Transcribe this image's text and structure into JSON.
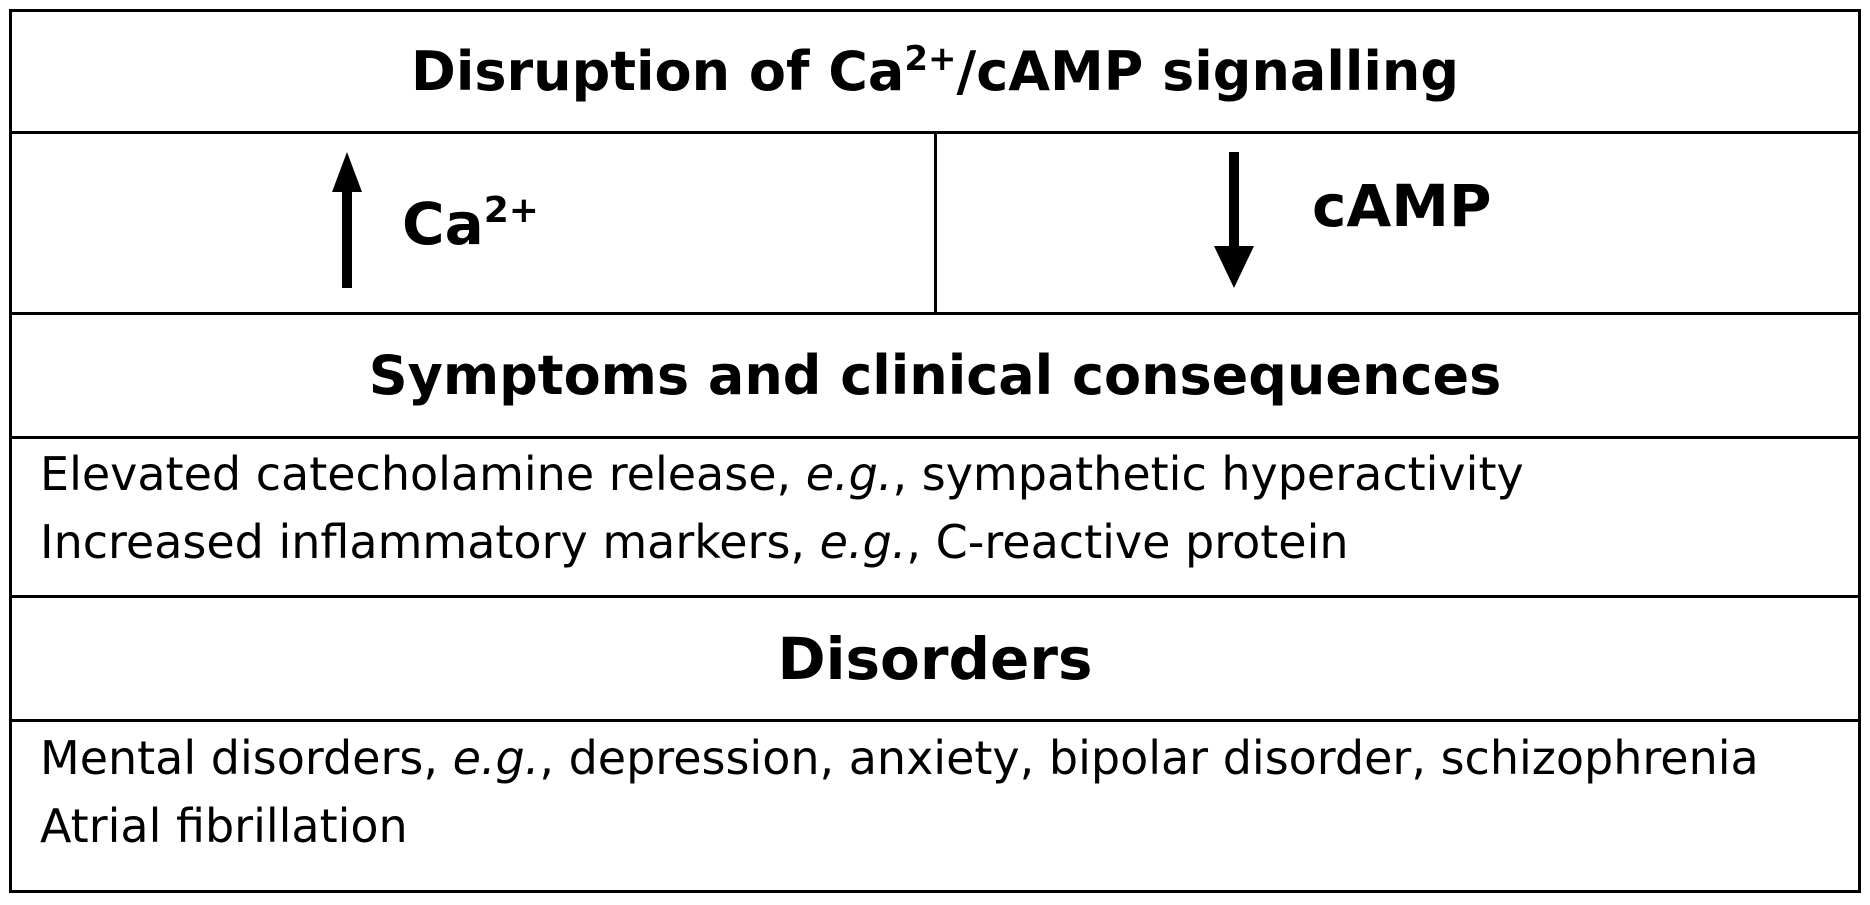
{
  "header": {
    "title_prefix": "Disruption of Ca",
    "title_sup": "2+",
    "title_suffix": "/cAMP signalling"
  },
  "signals": {
    "left": {
      "direction": "up",
      "label": "Ca",
      "label_sup": "2+",
      "arrow_icon": "arrow-up-icon"
    },
    "right": {
      "direction": "down",
      "label": "cAMP",
      "arrow_icon": "arrow-down-icon"
    }
  },
  "symptoms": {
    "heading": "Symptoms and clinical consequences",
    "items": [
      {
        "before": "Elevated catecholamine release, ",
        "italic": "e.g.",
        "after": ", sympathetic hyperactivity"
      },
      {
        "before": "Increased inflammatory markers, ",
        "italic": "e.g.",
        "after": ", C-reactive protein"
      }
    ]
  },
  "disorders": {
    "heading": "Disorders",
    "items": [
      {
        "before": "Mental disorders, ",
        "italic": "e.g.",
        "after": ", depression, anxiety, bipolar disorder, schizophrenia"
      },
      {
        "before": "Atrial fibrillation",
        "italic": "",
        "after": ""
      }
    ]
  }
}
